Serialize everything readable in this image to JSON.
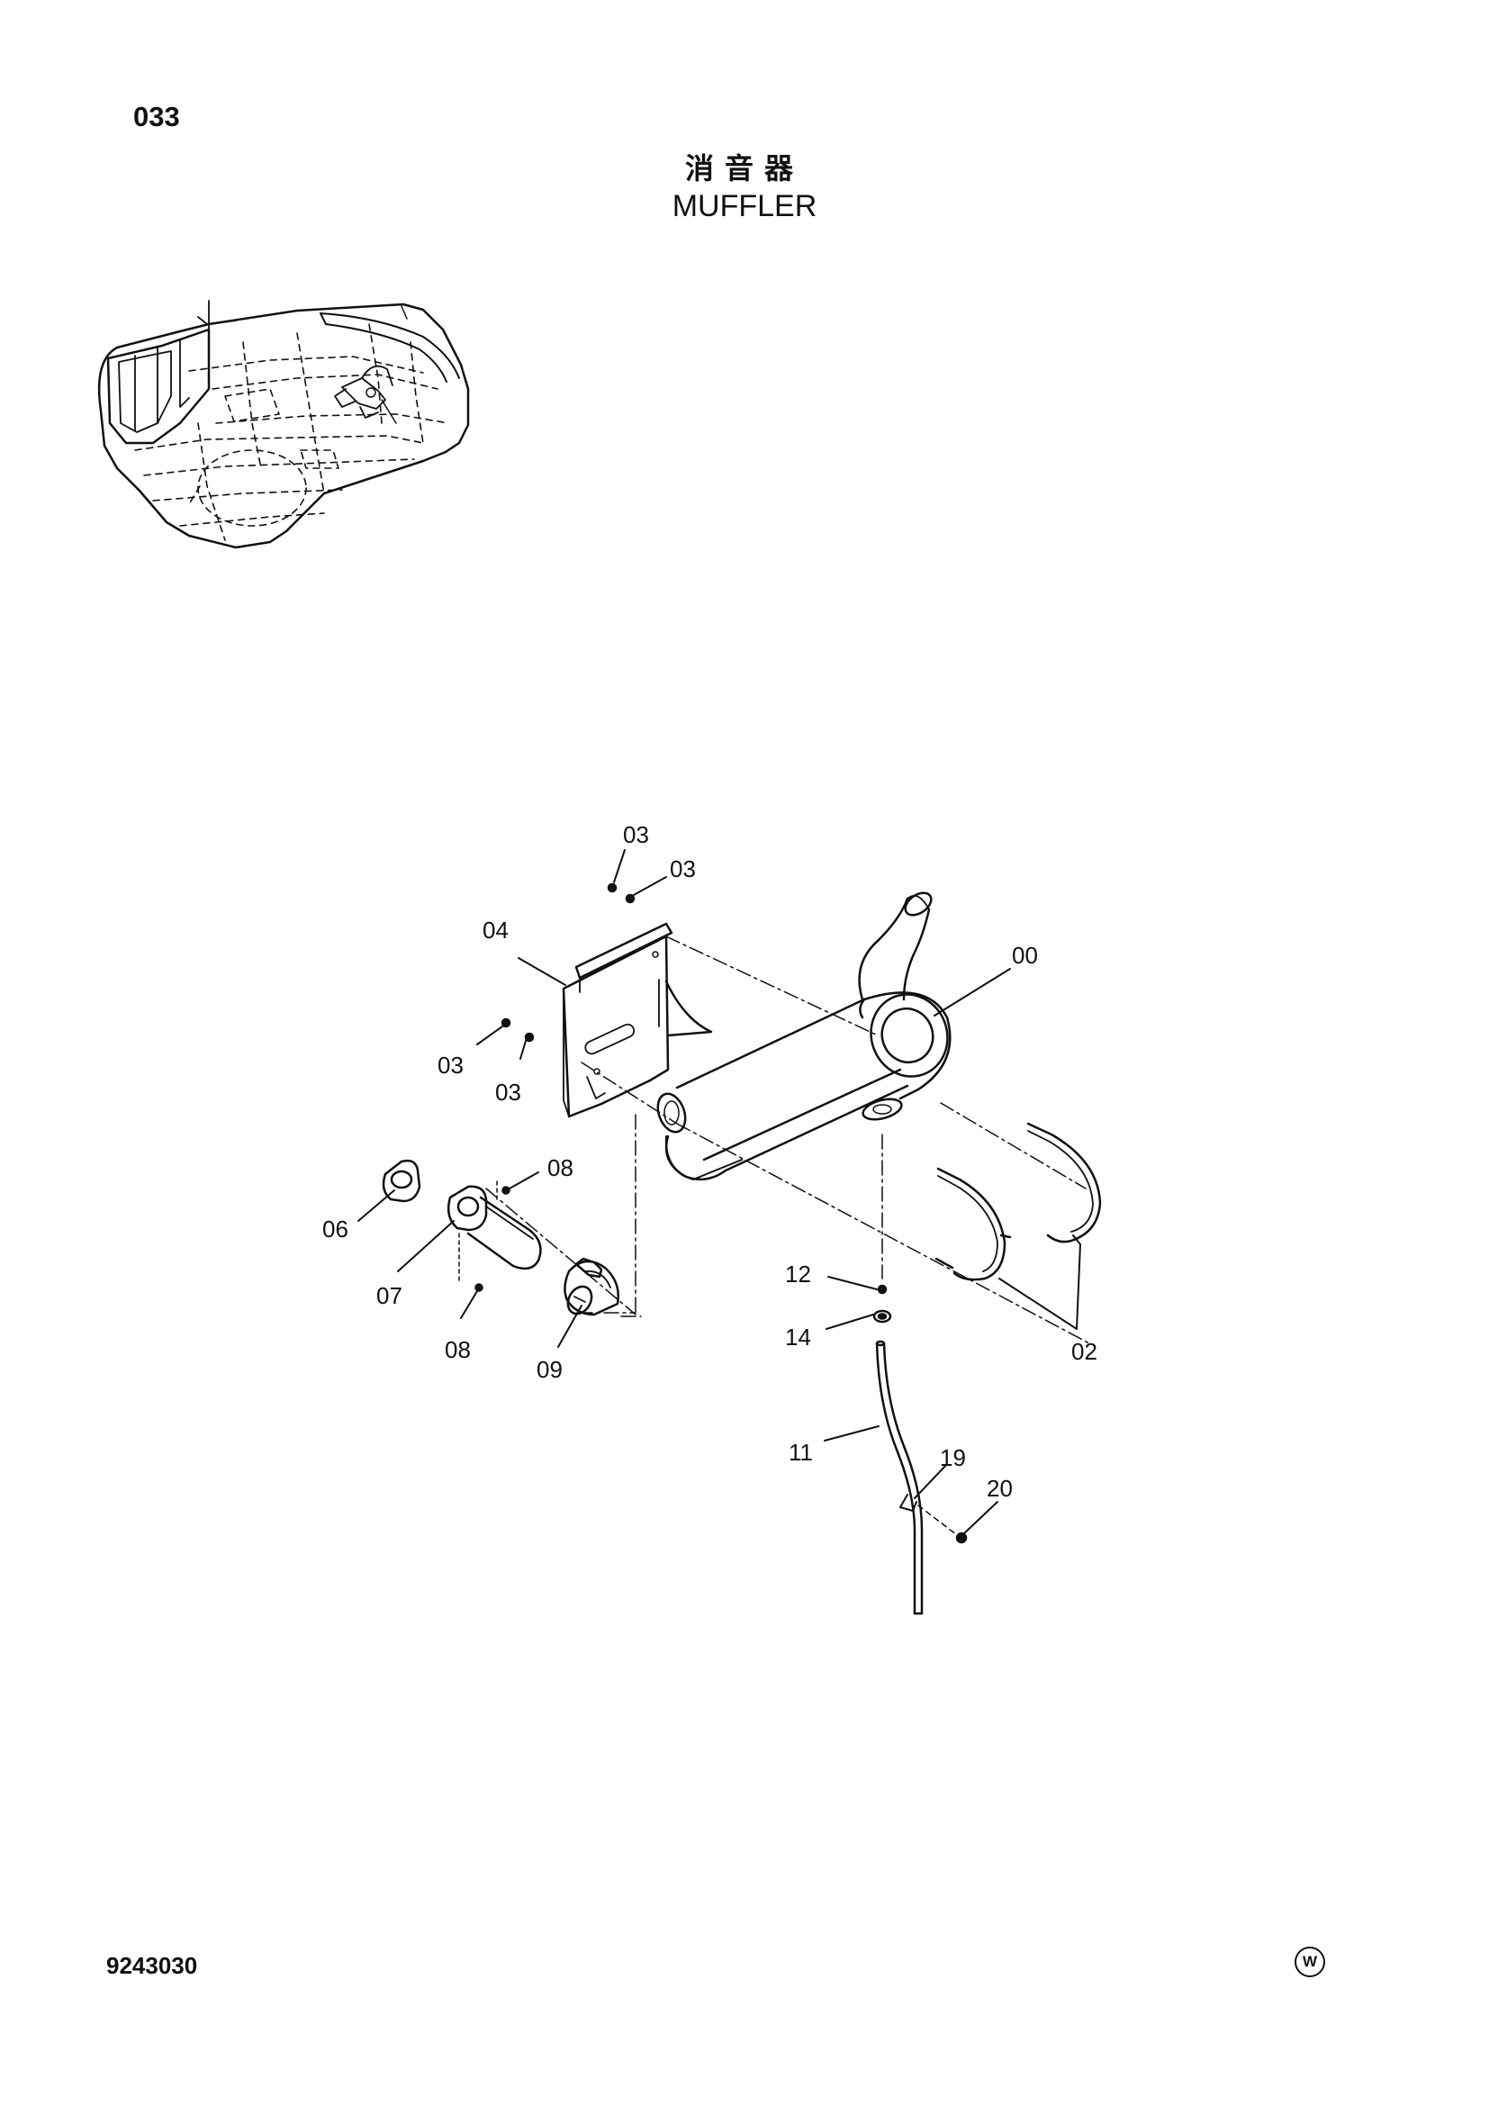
{
  "header": {
    "page_number": "033",
    "title_japanese": "消音器",
    "title_english": "MUFFLER"
  },
  "footer": {
    "drawing_number": "9243030",
    "mark": "W"
  },
  "callouts": [
    "03",
    "03",
    "04",
    "00",
    "03",
    "03",
    "08",
    "06",
    "07",
    "08",
    "09",
    "12",
    "14",
    "02",
    "11",
    "19",
    "20"
  ]
}
